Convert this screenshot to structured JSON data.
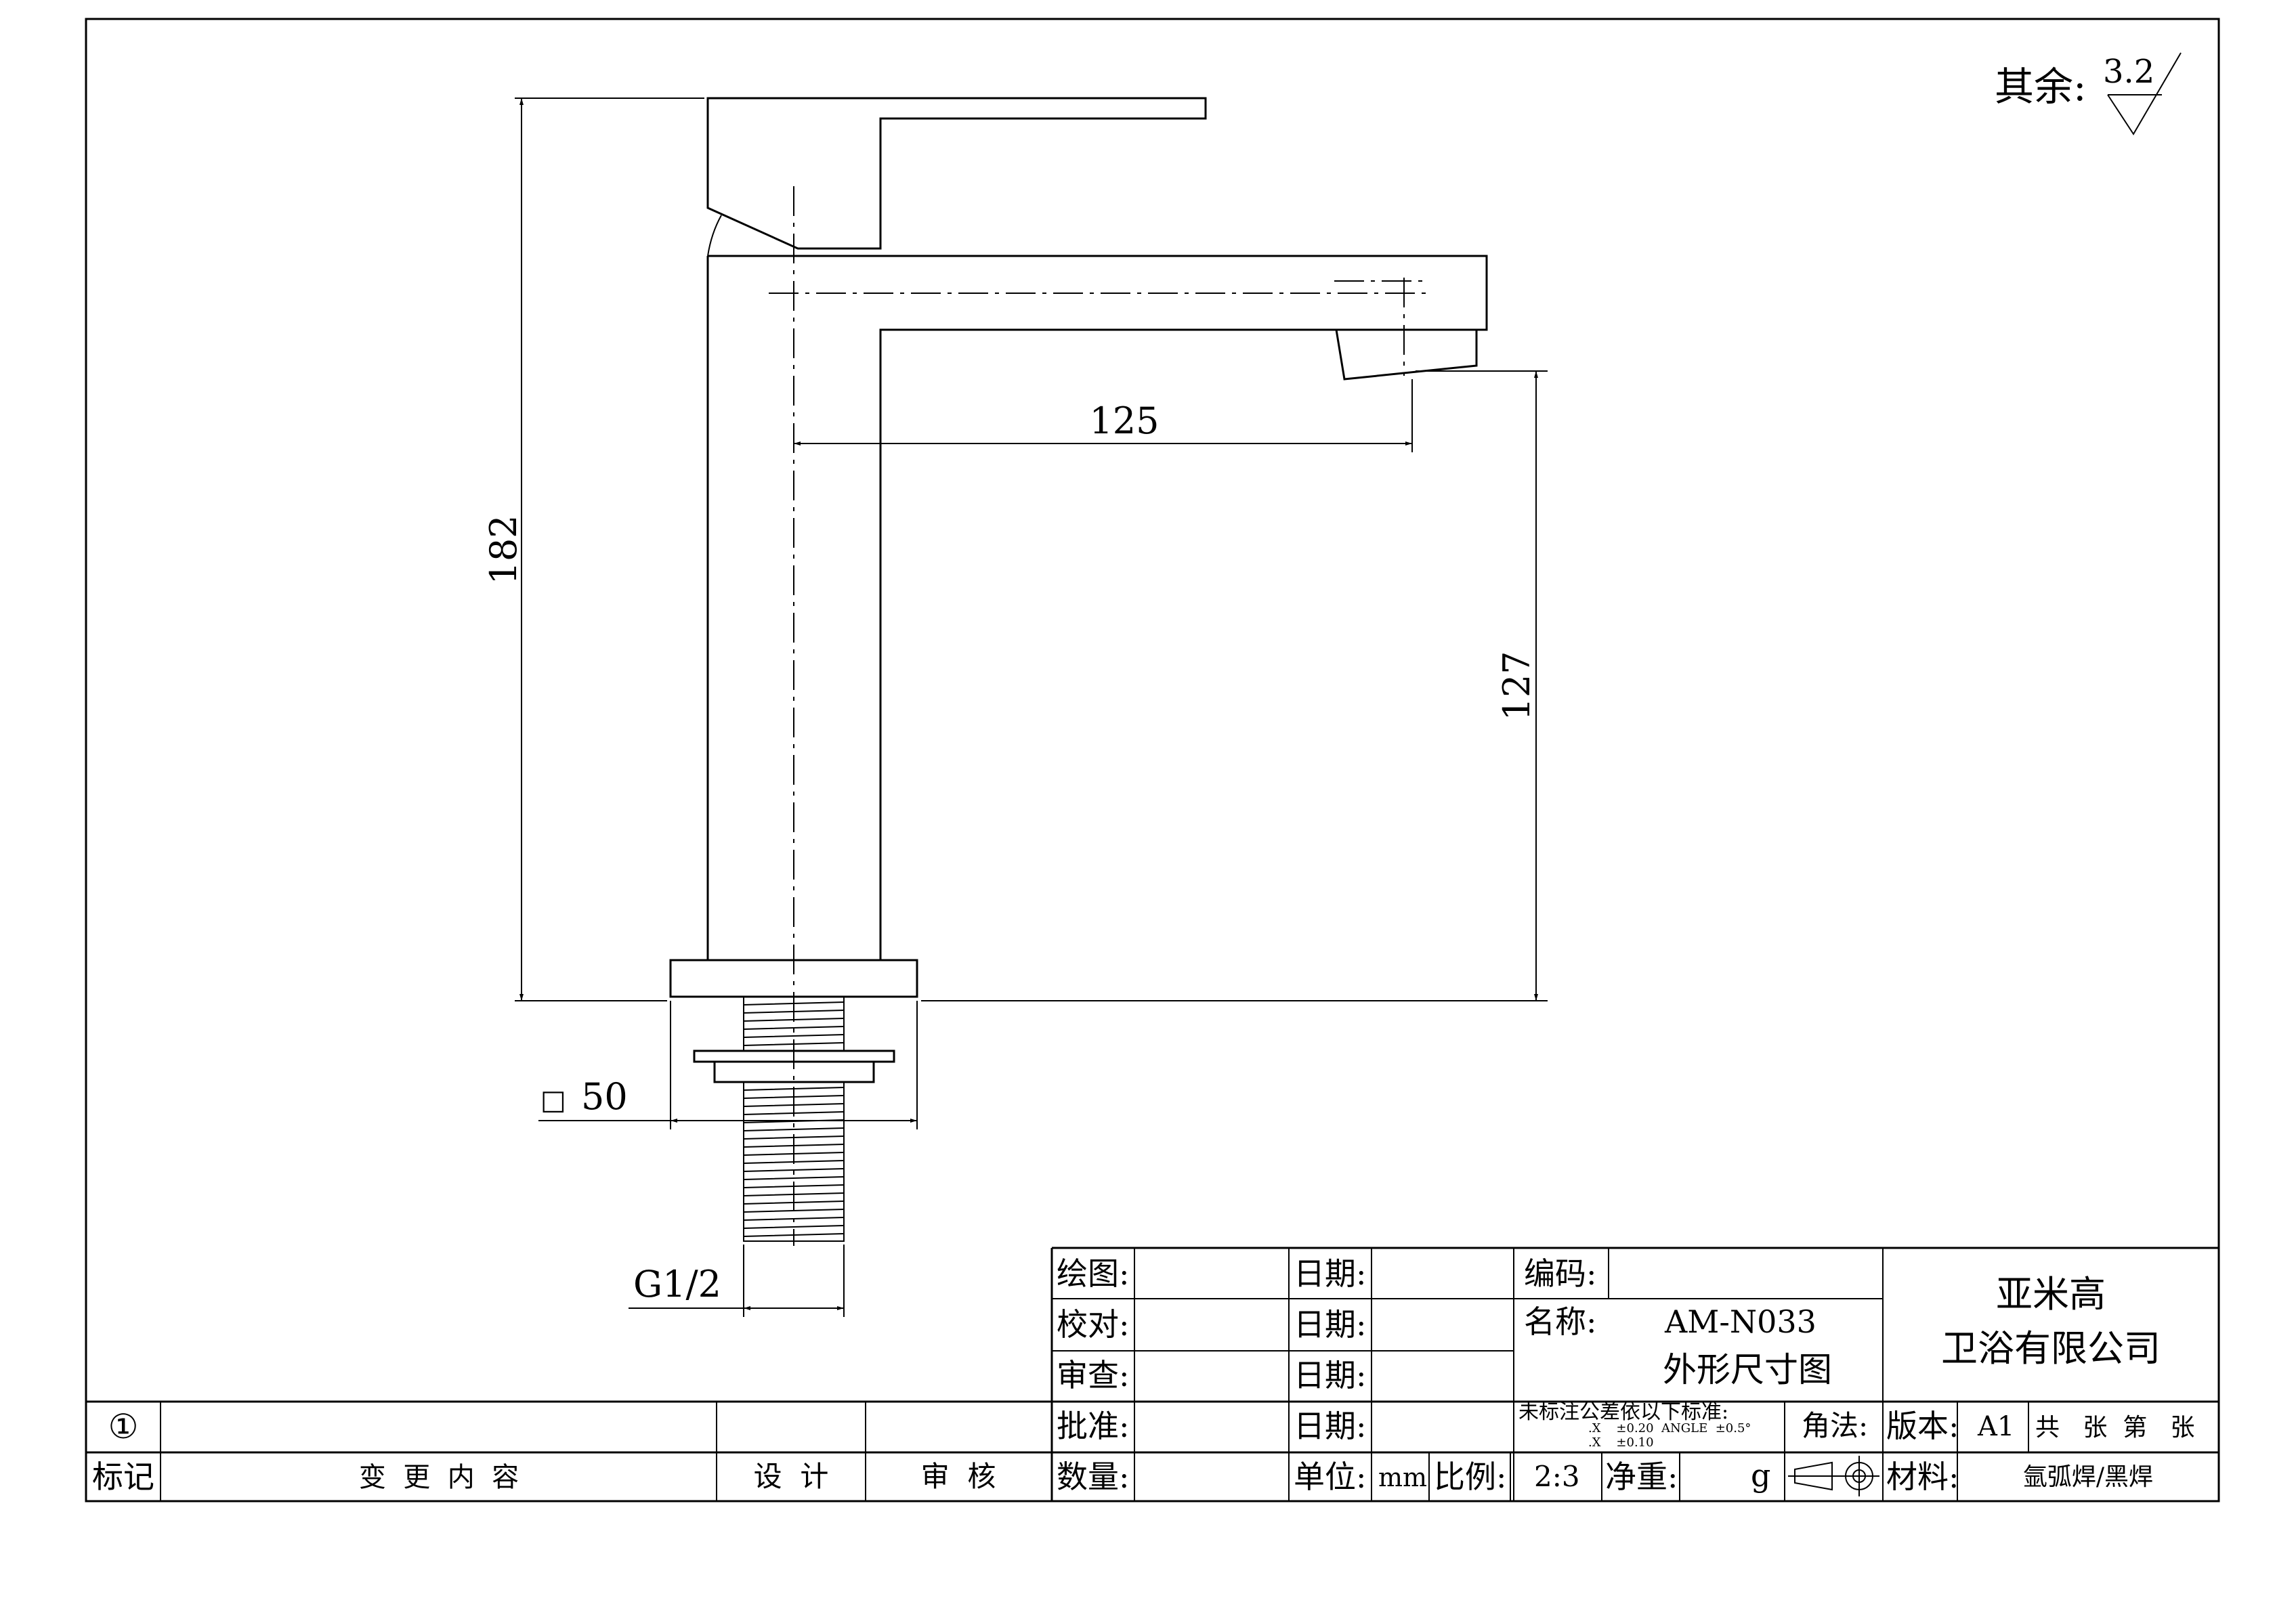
{
  "roughness": {
    "label": "其余:",
    "value": "3.2"
  },
  "dimensions": {
    "height_total": "182",
    "spout_reach": "125",
    "spout_height": "127",
    "base_size_symbol": "□",
    "base_size": "50",
    "thread": "G1/2"
  },
  "title_block": {
    "drawn_label": "绘图:",
    "checked_label": "校对:",
    "reviewed_label": "审查:",
    "approved_label": "批准:",
    "quantity_label": "数量:",
    "date_label": "日期:",
    "unit_label": "单位:",
    "unit_value": "mm",
    "scale_label": "比例:",
    "scale_value": "2:3",
    "weight_label": "净重:",
    "weight_unit": "g",
    "code_label": "编码:",
    "name_label": "名称:",
    "model": "AM-N033",
    "drawing_title": "外形尺寸图",
    "company_line1": "亚米高",
    "company_line2": "卫浴有限公司",
    "tolerance_title": "未标注公差依以下标准:",
    "tolerance_row1": ".X    ±0.20  ANGLE  ±0.5°",
    "tolerance_row2": ".X    ±0.10",
    "projection_label": "角法:",
    "version_label": "版本:",
    "version_value": "A1",
    "sheets_text": "共   张  第   张",
    "material_label": "材料:",
    "material_value": "氩弧焊/黑焊"
  },
  "revision_block": {
    "mark_symbol": "①",
    "mark_label": "标记",
    "content_label": "变  更  内  容",
    "design_label": "设  计",
    "review_label": "审  核"
  }
}
